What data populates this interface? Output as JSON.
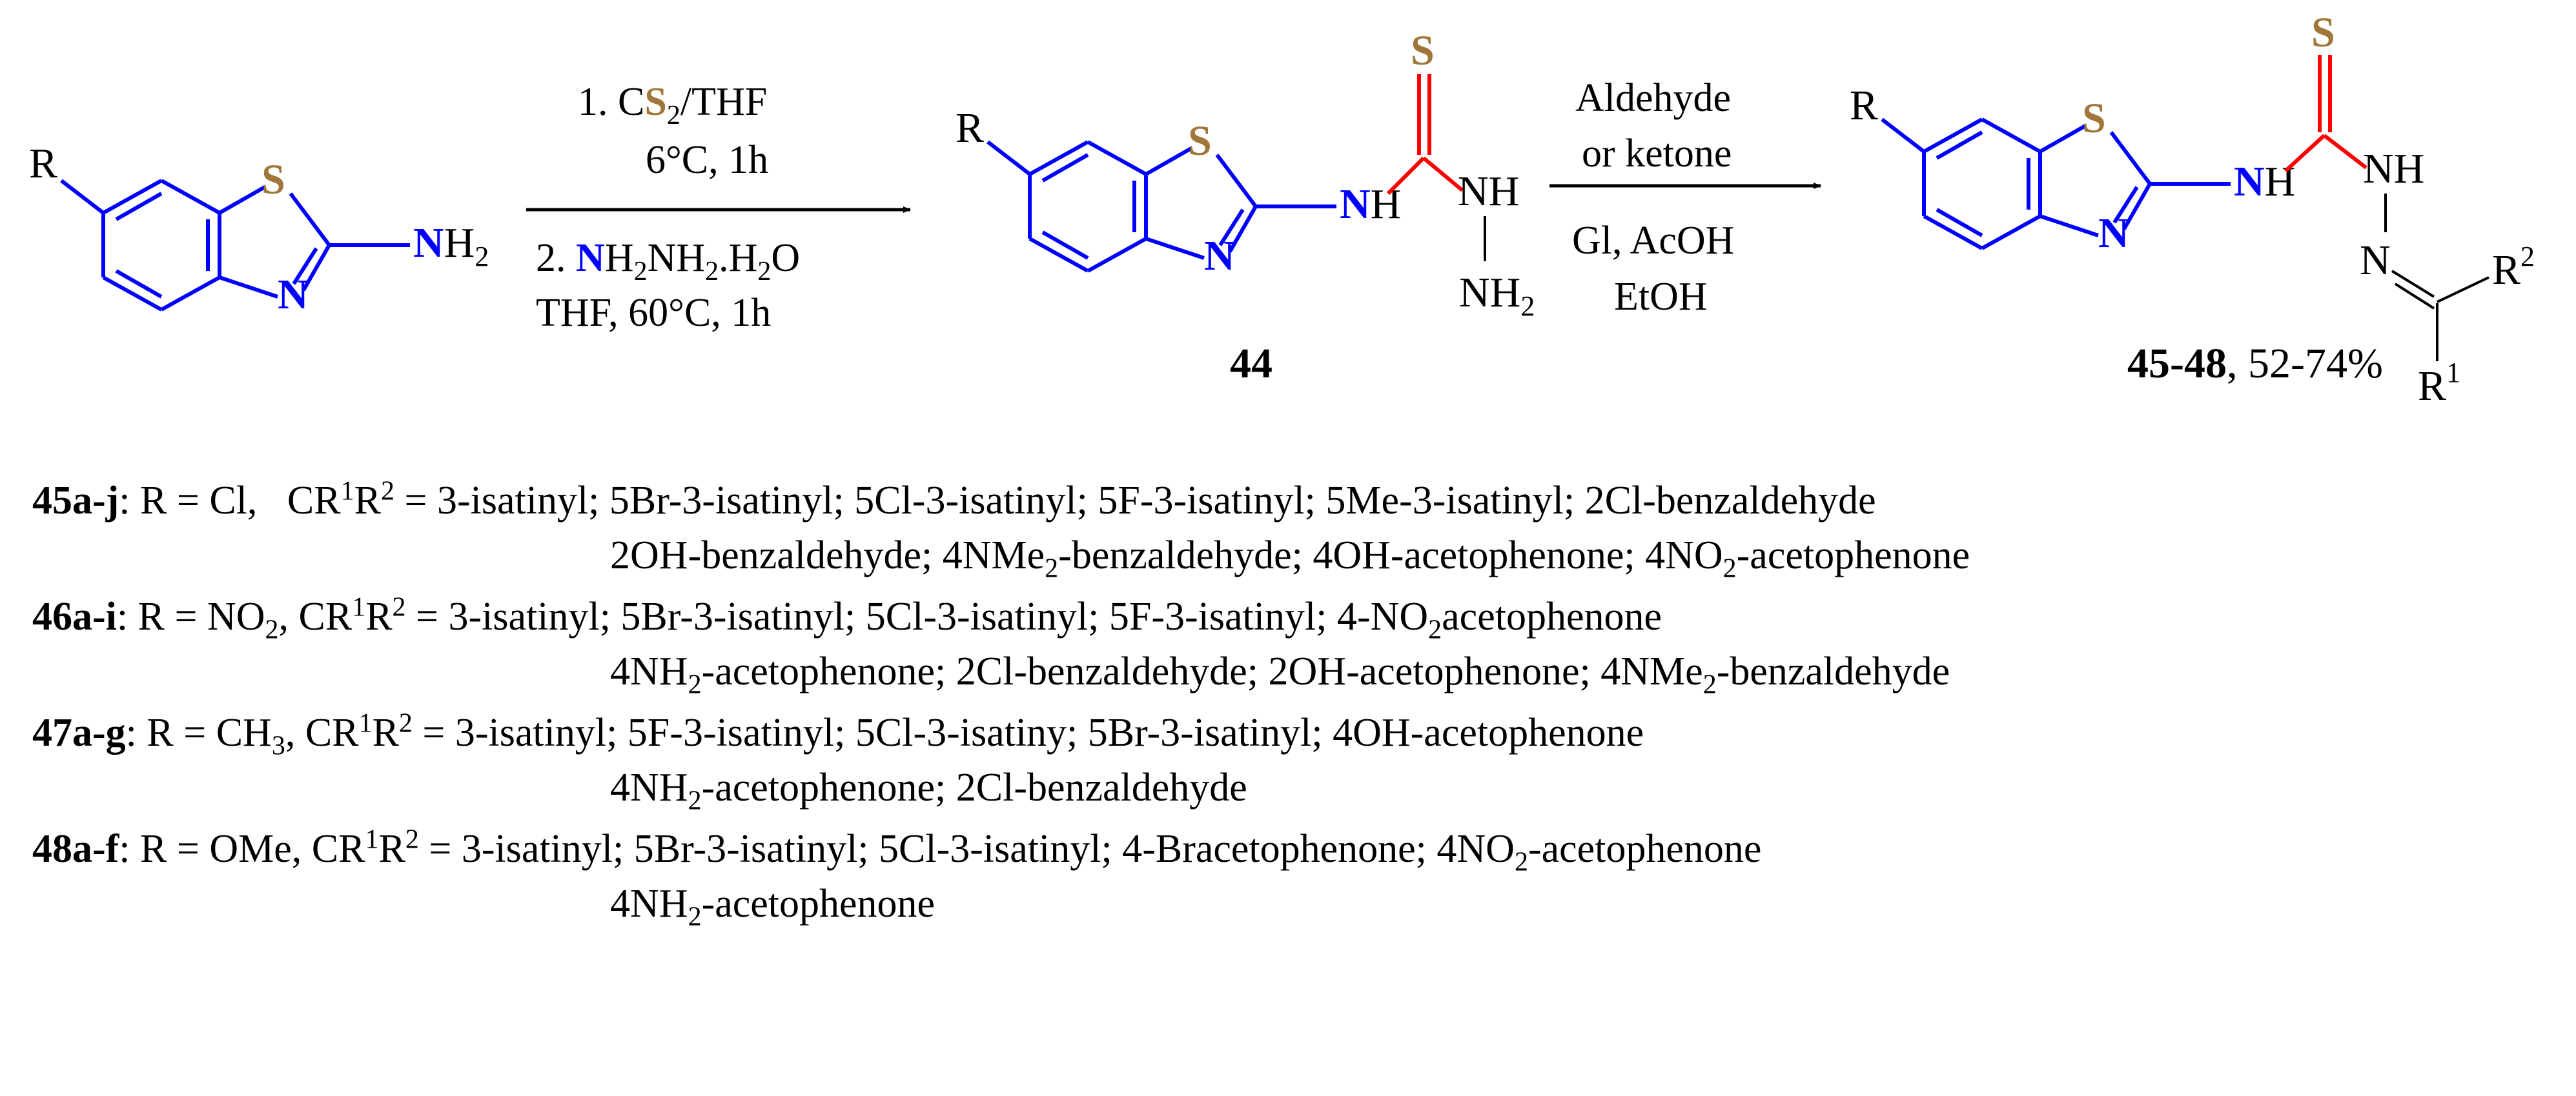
{
  "colors": {
    "ring": "#0000FF",
    "sulfur": "#A0763A",
    "nitrogen": "#0000FF",
    "carbonyl_bond": "#FF0000",
    "text": "#000000"
  },
  "atoms": {
    "R": "R",
    "S": "S",
    "N": "N",
    "H": "H",
    "NH": "NH",
    "sub2": "2",
    "sup1": "1",
    "sup2": "2"
  },
  "step1": {
    "line1_prefix": "1. C",
    "line1_s": "S",
    "line1_sub": "2",
    "line1_suffix": "/THF",
    "line2": "6°C, 1h",
    "line3_prefix": "2. ",
    "line3_n": "N",
    "line3_rest1": "H",
    "line3_sub1": "2",
    "line3_rest2": "NH",
    "line3_sub2": "2",
    "line3_rest3": ".H",
    "line3_sub3": "2",
    "line3_rest4": "O",
    "line4": "THF, 60°C, 1h"
  },
  "step2": {
    "line1": "Aldehyde",
    "line2": "or ketone",
    "line3": "Gl, AcOH",
    "line4": "EtOH"
  },
  "compound_44": {
    "label": "44"
  },
  "product": {
    "label_bold": "45-48",
    "yield": ", 52-74%"
  },
  "series": [
    {
      "id": "45a-j",
      "r_prefix": ": R = Cl,",
      "line1": "3-isatinyl; 5Br-3-isatinyl; 5Cl-3-isatinyl; 5F-3-isatinyl; 5Me-3-isatinyl; 2Cl-benzaldehyde",
      "line2a": "2OH-benzaldehyde; 4NMe",
      "line2b": "-benzaldehyde; 4OH-acetophenone; 4NO",
      "line2c": "-acetophenone"
    },
    {
      "id": "46a-i",
      "r_prefix": ": R = NO",
      "line1": "3-isatinyl; 5Br-3-isatinyl; 5Cl-3-isatinyl; 5F-3-isatinyl; 4-NO",
      "line1b": "acetophenone",
      "line2a": "4NH",
      "line2b": "-acetophenone; 2Cl-benzaldehyde; 2OH-acetophenone; 4NMe",
      "line2c": "-benzaldehyde"
    },
    {
      "id": "47a-g",
      "r_prefix": ": R = CH",
      "line1": "3-isatinyl; 5F-3-isatinyl; 5Cl-3-isatiny; 5Br-3-isatinyl; 4OH-acetophenone",
      "line2a": "4NH",
      "line2b": "-acetophenone; 2Cl-benzaldehyde"
    },
    {
      "id": "48a-f",
      "r_prefix": ": R = OMe,",
      "line1": "3-isatinyl; 5Br-3-isatinyl; 5Cl-3-isatinyl; 4-Bracetophenone; 4NO",
      "line1b": "-acetophenone",
      "line2a": "4NH",
      "line2b": "-acetophenone"
    }
  ],
  "cr_label": {
    "c": "CR",
    "r": "R",
    "eq": " = "
  }
}
